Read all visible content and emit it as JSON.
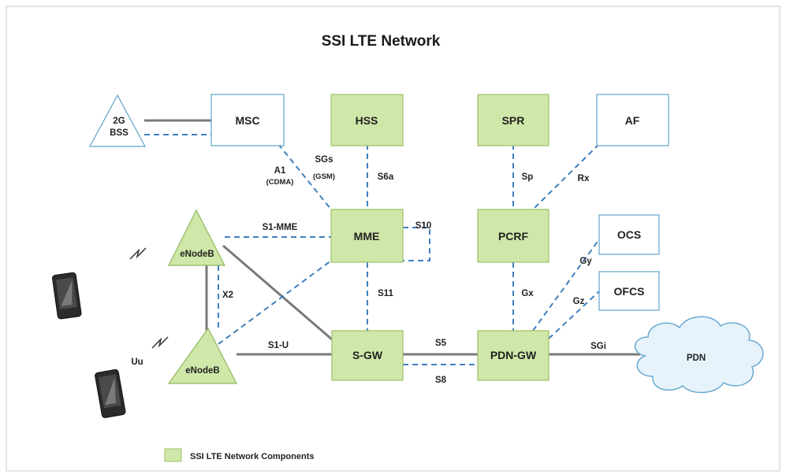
{
  "title": "SSI LTE Network",
  "nodes": {
    "bss_line1": "2G",
    "bss_line2": "BSS",
    "msc": "MSC",
    "hss": "HSS",
    "spr": "SPR",
    "af": "AF",
    "mme": "MME",
    "pcrf": "PCRF",
    "ocs": "OCS",
    "ofcs": "OFCS",
    "enodeb_top": "eNodeB",
    "enodeb_bottom": "eNodeB",
    "sgw": "S-GW",
    "pdngw": "PDN-GW",
    "pdn": "PDN"
  },
  "interfaces": {
    "a1": "A1",
    "a1_sub": "(CDMA)",
    "sgs": "SGs",
    "sgs_sub": "(GSM)",
    "s6a": "S6a",
    "sp": "Sp",
    "rx": "Rx",
    "s1_mme": "S1-MME",
    "s10": "S10",
    "gy": "Gy",
    "x2": "X2",
    "s11": "S11",
    "gx": "Gx",
    "gz": "Gz",
    "uu": "Uu",
    "s1_u": "S1-U",
    "s5": "S5",
    "s8": "S8",
    "sgi": "SGi"
  },
  "legend": {
    "label": "SSI LTE Network Components"
  },
  "colors": {
    "component_fill": "#cfe7a8",
    "external_stroke": "#5fa4c9",
    "dashed_link": "#3f7fbd",
    "solid_link": "#7a7a7a"
  }
}
